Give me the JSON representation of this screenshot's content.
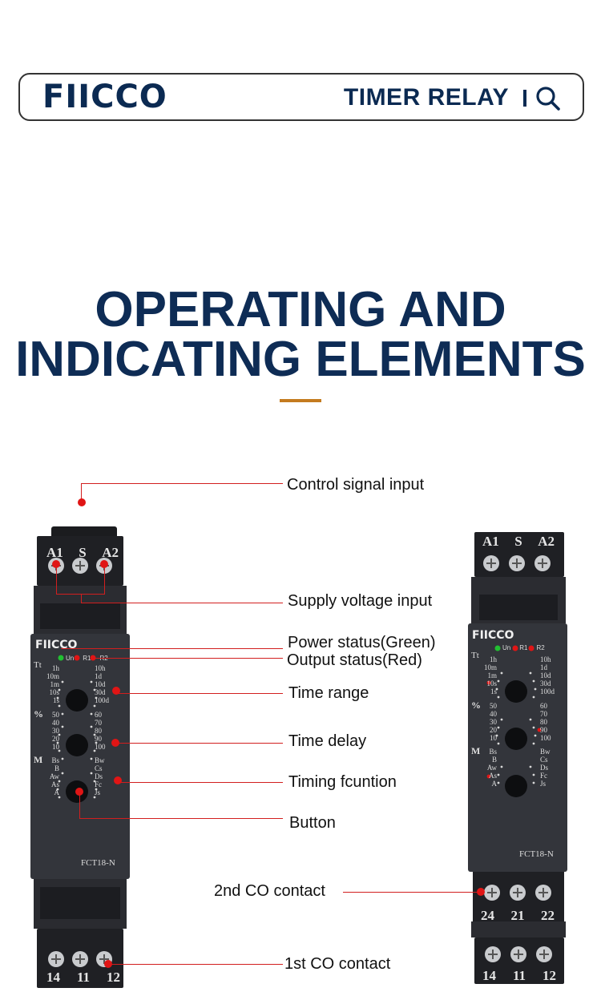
{
  "header": {
    "logo": "FIICCO",
    "title": "TIMER RELAY",
    "search_icon": "search-icon"
  },
  "heading": {
    "line1": "OPERATING AND",
    "line2": "INDICATING ELEMENTS",
    "accent_color": "#c47b1f"
  },
  "device_left": {
    "brand": "FIICCO",
    "model": "FCT18-N",
    "top_terminals": [
      "A1",
      "S",
      "A2"
    ],
    "bottom_terminals": [
      "14",
      "11",
      "12"
    ],
    "leds": [
      "Un",
      "R1",
      "R2"
    ],
    "time_range_mark": "Tt",
    "time_range_left": [
      "1h",
      "10m",
      "1m",
      "10s",
      "1s"
    ],
    "time_range_right": [
      "10h",
      "1d",
      "10d",
      "30d",
      "100d"
    ],
    "delay_mark": "%",
    "delay_left": [
      "50",
      "40",
      "30",
      "20",
      "10"
    ],
    "delay_right": [
      "60",
      "70",
      "80",
      "90",
      "100"
    ],
    "func_mark": "M",
    "func_left": [
      "Bs",
      "B",
      "Aw",
      "As",
      "A"
    ],
    "func_right": [
      "Bw",
      "Cs",
      "Ds",
      "Fc",
      "Js"
    ]
  },
  "device_right": {
    "brand": "FIICCO",
    "model": "FCT18-N",
    "top_terminals": [
      "A1",
      "S",
      "A2"
    ],
    "mid_terminals": [
      "24",
      "21",
      "22"
    ],
    "bottom_terminals": [
      "14",
      "11",
      "12"
    ],
    "leds": [
      "Un",
      "R1",
      "R2"
    ],
    "time_range_mark": "Tt",
    "time_range_left": [
      "1h",
      "10m",
      "1m",
      "10s",
      "1s"
    ],
    "time_range_right": [
      "10h",
      "1d",
      "10d",
      "30d",
      "100d"
    ],
    "delay_mark": "%",
    "delay_left": [
      "50",
      "40",
      "30",
      "20",
      "10"
    ],
    "delay_right": [
      "60",
      "70",
      "80",
      "90",
      "100"
    ],
    "func_mark": "M",
    "func_left": [
      "Bs",
      "B",
      "Aw",
      "As",
      "A"
    ],
    "func_right": [
      "Bw",
      "Cs",
      "Ds",
      "Fc",
      "Js"
    ]
  },
  "labels": {
    "control_signal": "Control signal input",
    "supply_voltage": "Supply voltage input",
    "power_status": "Power status(Green)",
    "output_status": "Output status(Red)",
    "time_range": "Time range",
    "time_delay": "Time delay",
    "timing_function": "Timing fcuntion",
    "button": "Button",
    "co2": "2nd CO contact",
    "co1": "1st CO contact"
  },
  "colors": {
    "callout_red": "#d21f1f",
    "led_green": "#22c032",
    "led_red": "#e01515",
    "navy": "#0e2c55"
  }
}
